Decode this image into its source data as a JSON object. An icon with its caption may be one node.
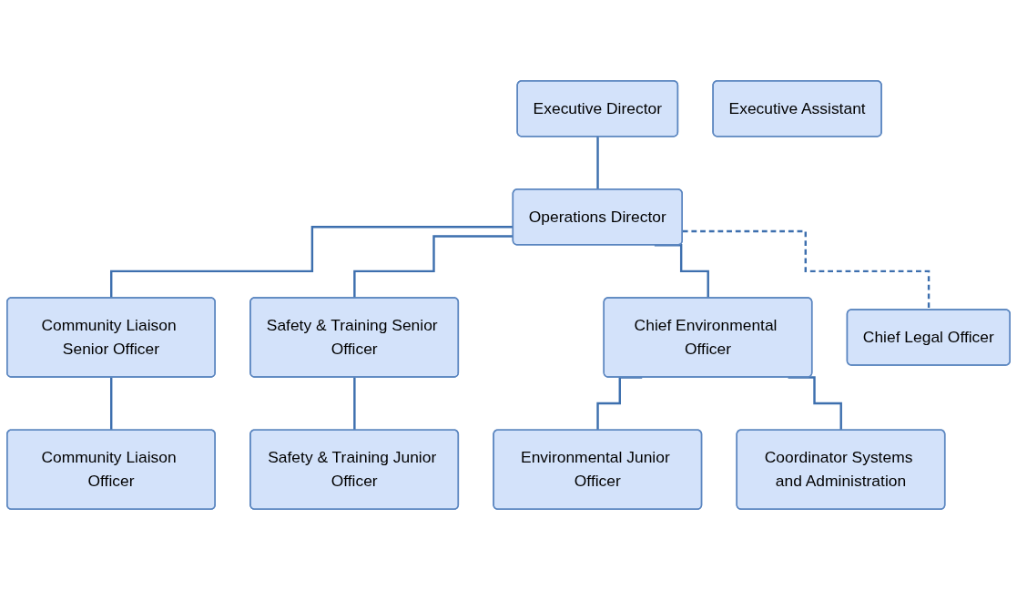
{
  "diagram": {
    "nodes": [
      {
        "text": [
          "Executive Director"
        ]
      },
      {
        "text": [
          "Executive Assistant"
        ]
      },
      {
        "text": [
          "Operations Director"
        ]
      },
      {
        "text": [
          "Community Liaison Senior Officer"
        ]
      },
      {
        "text": [
          "Safety & Training Senior Officer"
        ]
      },
      {
        "text": [
          "Chief Environmental Officer"
        ]
      },
      {
        "text": [
          "Chief Legal Officer"
        ]
      },
      {
        "text": [
          "Community Liaison Officer"
        ]
      },
      {
        "text": [
          "Safety & Training Junior Officer"
        ]
      },
      {
        "text": [
          "Environmental Junior Officer"
        ]
      },
      {
        "text": [
          "Coordinator Systems and Administration"
        ]
      }
    ],
    "edges": [
      {
        "from": 0,
        "to": 2,
        "arrow": "none"
      },
      {
        "from": 2,
        "to": 3,
        "arrow": "none"
      },
      {
        "from": 2,
        "to": 4,
        "arrow": "none"
      },
      {
        "from": 2,
        "to": 5,
        "arrow": "none"
      },
      {
        "from": 2,
        "to": 6,
        "arrow": "none",
        "style": "dashed"
      },
      {
        "from": 3,
        "to": 7,
        "arrow": "none"
      },
      {
        "from": 4,
        "to": 8,
        "arrow": "none"
      },
      {
        "from": 5,
        "to": 9,
        "arrow": "none"
      },
      {
        "from": 5,
        "to": 10,
        "arrow": "none"
      }
    ]
  }
}
